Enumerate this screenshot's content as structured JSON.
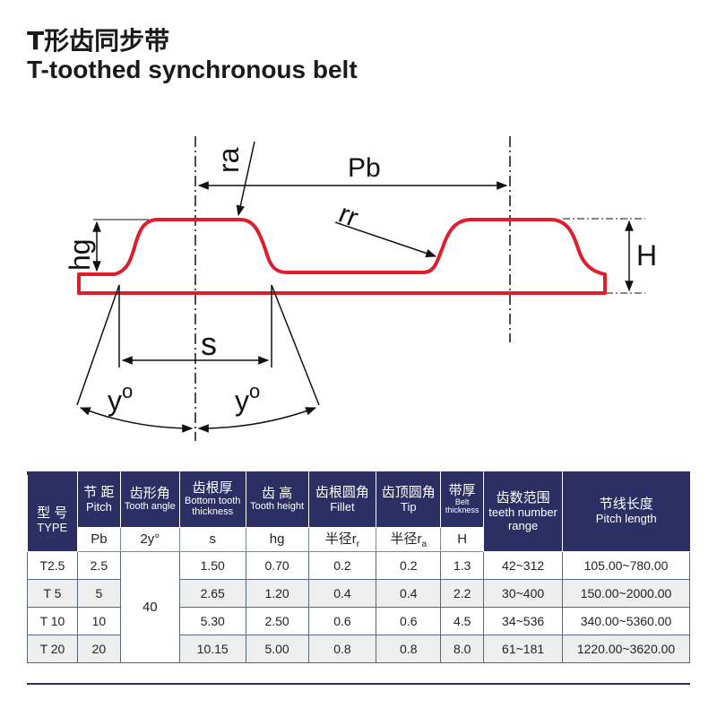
{
  "title": {
    "cn": "T形齿同步带",
    "en": "T-toothed synchronous belt"
  },
  "colors": {
    "belt_outline": "#e01d2c",
    "header_bg": "#2c2f63",
    "row_alt_bg": "#eeeeee"
  },
  "diagram": {
    "label_ra": "ra",
    "label_pb": "Pb",
    "label_rr": "rr",
    "label_hg": "hg",
    "label_h": "H",
    "label_s": "s",
    "label_angle_left": "y",
    "label_angle_right": "y",
    "angle_mark": "o"
  },
  "table": {
    "headers": {
      "type_cn": "型 号",
      "type_en": "TYPE",
      "pitch_cn": "节 距",
      "pitch_en": "Pitch",
      "angle_cn": "齿形角",
      "angle_en": "Tooth angle",
      "root_cn": "齿根厚",
      "root_en1": "Bottom tooth",
      "root_en2": "thickness",
      "height_cn": "齿 高",
      "height_en": "Tooth height",
      "fillet_cn": "齿根圆角",
      "fillet_en": "Fillet",
      "tip_cn": "齿顶圆角",
      "tip_en": "Tip",
      "belt_cn": "带厚",
      "belt_en1": "Belt",
      "belt_en2": "thickness",
      "teeth_cn": "齿数范围",
      "teeth_en1": "teeth number",
      "teeth_en2": "range",
      "length_cn": "节线长度",
      "length_en": "Pitch length"
    },
    "symbols": {
      "pitch": "Pb",
      "angle": "2y°",
      "root": "s",
      "height": "hg",
      "fillet_prefix": "半径r",
      "fillet_sub": "r",
      "tip_prefix": "半径r",
      "tip_sub": "a",
      "belt": "H"
    },
    "tooth_angle_value": "40",
    "rows": [
      {
        "type": "T2.5",
        "pitch": "2.5",
        "s": "1.50",
        "hg": "0.70",
        "rr": "0.2",
        "ra": "0.2",
        "h": "1.3",
        "teeth": "42~312",
        "length": "105.00~780.00"
      },
      {
        "type": "T 5",
        "pitch": "5",
        "s": "2.65",
        "hg": "1.20",
        "rr": "0.4",
        "ra": "0.4",
        "h": "2.2",
        "teeth": "30~400",
        "length": "150.00~2000.00"
      },
      {
        "type": "T 10",
        "pitch": "10",
        "s": "5.30",
        "hg": "2.50",
        "rr": "0.6",
        "ra": "0.6",
        "h": "4.5",
        "teeth": "34~536",
        "length": "340.00~5360.00"
      },
      {
        "type": "T 20",
        "pitch": "20",
        "s": "10.15",
        "hg": "5.00",
        "rr": "0.8",
        "ra": "0.8",
        "h": "8.0",
        "teeth": "61~181",
        "length": "1220.00~3620.00"
      }
    ]
  }
}
